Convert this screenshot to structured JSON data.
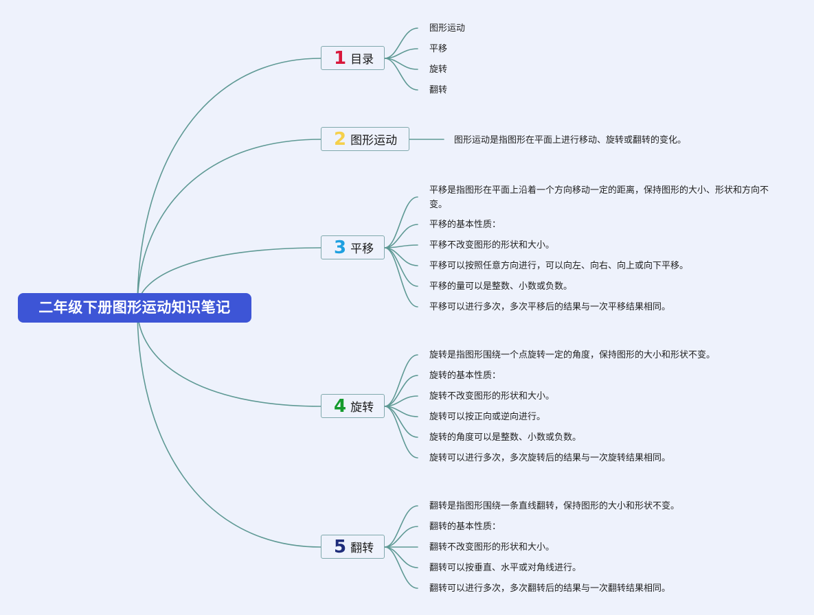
{
  "root": {
    "title": "二年级下册图形运动知识笔记"
  },
  "colors": {
    "background": "#EEF2FC",
    "root_fill": "#3D55D6",
    "edge": "#5E9994",
    "num1": "#D8173B",
    "num2": "#F5D04B",
    "num3": "#1EA0E0",
    "num4": "#149A2C",
    "num5": "#1E2C7A"
  },
  "branches": [
    {
      "num": "1",
      "label": "目录",
      "children": [
        "图形运动",
        "平移",
        "旋转",
        "翻转"
      ]
    },
    {
      "num": "2",
      "label": "图形运动",
      "children": [
        "图形运动是指图形在平面上进行移动、旋转或翻转的变化。"
      ]
    },
    {
      "num": "3",
      "label": "平移",
      "children": [
        "平移是指图形在平面上沿着一个方向移动一定的距离，保持图形的大小、形状和方向不变。",
        "平移的基本性质：",
        "平移不改变图形的形状和大小。",
        "平移可以按照任意方向进行，可以向左、向右、向上或向下平移。",
        "平移的量可以是整数、小数或负数。",
        "平移可以进行多次，多次平移后的结果与一次平移结果相同。"
      ]
    },
    {
      "num": "4",
      "label": "旋转",
      "children": [
        "旋转是指图形围绕一个点旋转一定的角度，保持图形的大小和形状不变。",
        "旋转的基本性质：",
        "旋转不改变图形的形状和大小。",
        "旋转可以按正向或逆向进行。",
        "旋转的角度可以是整数、小数或负数。",
        "旋转可以进行多次，多次旋转后的结果与一次旋转结果相同。"
      ]
    },
    {
      "num": "5",
      "label": "翻转",
      "children": [
        "翻转是指图形围绕一条直线翻转，保持图形的大小和形状不变。",
        "翻转的基本性质：",
        "翻转不改变图形的形状和大小。",
        "翻转可以按垂直、水平或对角线进行。",
        "翻转可以进行多次，多次翻转后的结果与一次翻转结果相同。"
      ]
    }
  ]
}
